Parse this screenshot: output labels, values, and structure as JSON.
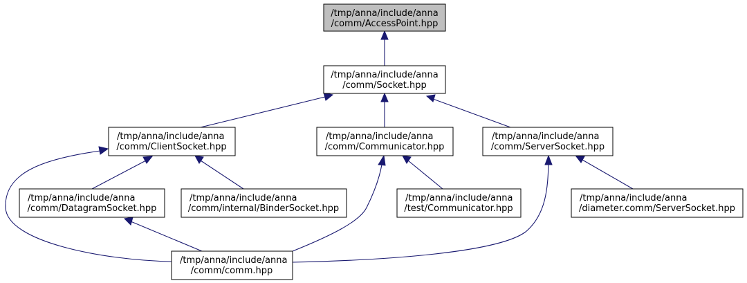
{
  "colors": {
    "edge": "#191970",
    "highlight_fill": "#bfbfbf",
    "node_fill": "#ffffff",
    "border": "#000000"
  },
  "nodes": {
    "access_point": {
      "line1": "/tmp/anna/include/anna",
      "line2": "/comm/AccessPoint.hpp",
      "highlighted": true
    },
    "socket": {
      "line1": "/tmp/anna/include/anna",
      "line2": "/comm/Socket.hpp"
    },
    "client_socket": {
      "line1": "/tmp/anna/include/anna",
      "line2": "/comm/ClientSocket.hpp"
    },
    "communicator": {
      "line1": "/tmp/anna/include/anna",
      "line2": "/comm/Communicator.hpp"
    },
    "server_socket": {
      "line1": "/tmp/anna/include/anna",
      "line2": "/comm/ServerSocket.hpp"
    },
    "datagram_socket": {
      "line1": "/tmp/anna/include/anna",
      "line2": "/comm/DatagramSocket.hpp"
    },
    "binder_socket": {
      "line1": "/tmp/anna/include/anna",
      "line2": "/comm/internal/BinderSocket.hpp"
    },
    "test_communicator": {
      "line1": "/tmp/anna/include/anna",
      "line2": "/test/Communicator.hpp"
    },
    "diameter_server_socket": {
      "line1": "/tmp/anna/include/anna",
      "line2": "/diameter.comm/ServerSocket.hpp"
    },
    "comm": {
      "line1": "/tmp/anna/include/anna",
      "line2": "/comm/comm.hpp"
    }
  },
  "edges": [
    {
      "from": "socket",
      "to": "access_point"
    },
    {
      "from": "client_socket",
      "to": "socket"
    },
    {
      "from": "communicator",
      "to": "socket"
    },
    {
      "from": "server_socket",
      "to": "socket"
    },
    {
      "from": "datagram_socket",
      "to": "client_socket"
    },
    {
      "from": "binder_socket",
      "to": "client_socket"
    },
    {
      "from": "comm",
      "to": "client_socket"
    },
    {
      "from": "comm",
      "to": "datagram_socket"
    },
    {
      "from": "comm",
      "to": "communicator"
    },
    {
      "from": "test_communicator",
      "to": "communicator"
    },
    {
      "from": "comm",
      "to": "server_socket"
    },
    {
      "from": "diameter_server_socket",
      "to": "server_socket"
    }
  ]
}
